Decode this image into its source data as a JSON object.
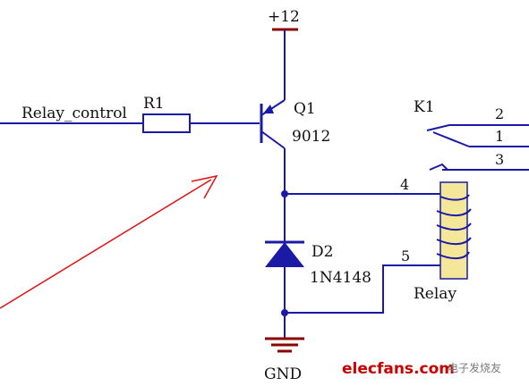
{
  "labels": {
    "supply": "+12",
    "signal": "Relay_control",
    "resistor": "R1",
    "transistor": "Q1",
    "transistor_part": "9012",
    "diode": "D2",
    "diode_part": "1N4148",
    "relay": "K1",
    "relay_caption": "Relay",
    "ground": "GND",
    "pin_2": "2",
    "pin_1": "1",
    "pin_3": "3",
    "pin_4": "4",
    "pin_5": "5"
  },
  "watermark": {
    "site": "elecfans",
    "domain": ".com",
    "tagline": "电子发烧友"
  },
  "colors": {
    "wire": "#1a1aa6",
    "supply_rail": "#8b0000",
    "arrow": "#e01010",
    "coil_body": "#f4e79a",
    "watermark_red": "#c80000"
  }
}
